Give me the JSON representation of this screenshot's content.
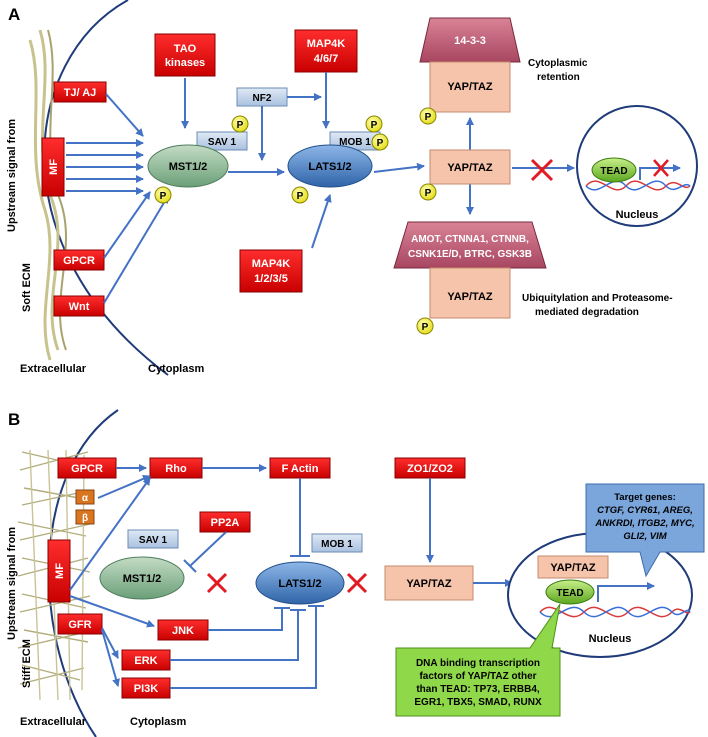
{
  "panel_a": {
    "letter": "A",
    "side_label": "Upstream signal from",
    "ecm_label": "Soft ECM",
    "extracellular": "Extracellular",
    "cytoplasm": "Cytoplasm",
    "receptors": {
      "tj_aj": "TJ/ AJ",
      "mf": "MF",
      "gpcr": "GPCR",
      "wnt": "Wnt"
    },
    "tao": [
      "TAO",
      "kinases"
    ],
    "map4k_467": [
      "MAP4K",
      "4/6/7"
    ],
    "map4k_1235": [
      "MAP4K",
      "1/2/3/5"
    ],
    "nf2": "NF2",
    "sav1": "SAV 1",
    "mob1": "MOB 1",
    "mst": "MST1/2",
    "lats": "LATS1/2",
    "p": "P",
    "protein_1433": "14-3-3",
    "yaptaz": "YAP/TAZ",
    "cyto_retention": [
      "Cytoplasmic",
      "retention"
    ],
    "degradation_complex": [
      "AMOT, CTNNA1, CTNNB,",
      "CSNK1E/D, BTRC, GSK3B"
    ],
    "ubiquitylation": [
      "Ubiquitylation and Proteasome-",
      "mediated degradation"
    ],
    "tead": "TEAD",
    "nucleus": "Nucleus"
  },
  "panel_b": {
    "letter": "B",
    "side_label": "Upstream signal from",
    "ecm_label": "Stiff ECM",
    "extracellular": "Extracellular",
    "cytoplasm": "Cytoplasm",
    "receptors": {
      "gpcr": "GPCR",
      "alpha": "α",
      "beta": "β",
      "mf": "MF",
      "gfr": "GFR"
    },
    "rho": "Rho",
    "f_actin": "F Actin",
    "zo": "ZO1/ZO2",
    "pp2a": "PP2A",
    "sav1": "SAV 1",
    "mob1": "MOB 1",
    "mst": "MST1/2",
    "lats": "LATS1/2",
    "yaptaz": "YAP/TAZ",
    "jnk": "JNK",
    "erk": "ERK",
    "pi3k": "PI3K",
    "tead": "TEAD",
    "nucleus": "Nucleus",
    "target_genes_title": "Target genes:",
    "target_genes_lines": [
      "CTGF, CYR61, AREG,",
      "ANKRDI, ITGB2, MYC,",
      "GLI2, VIM"
    ],
    "tf_lines": [
      "DNA binding transcription",
      "factors of YAP/TAZ other",
      "than TEAD: TP73, ERBB4,",
      "EGR1, TBX5, SMAD, RUNX"
    ]
  },
  "colors": {
    "arrow": "#4472c4",
    "red_box": "#e8101a",
    "mst_green": "#86b592",
    "lats_blue": "#4f86c9",
    "yaptaz_fill": "#f6c3ab",
    "pink_trap": "#c7627c",
    "p_yellow": "#f2ef29",
    "light_blue_box": "#c4d6ea",
    "callout_blue": "#5b8fce",
    "callout_green": "#7ccc32",
    "cross_red": "#e21b23"
  }
}
